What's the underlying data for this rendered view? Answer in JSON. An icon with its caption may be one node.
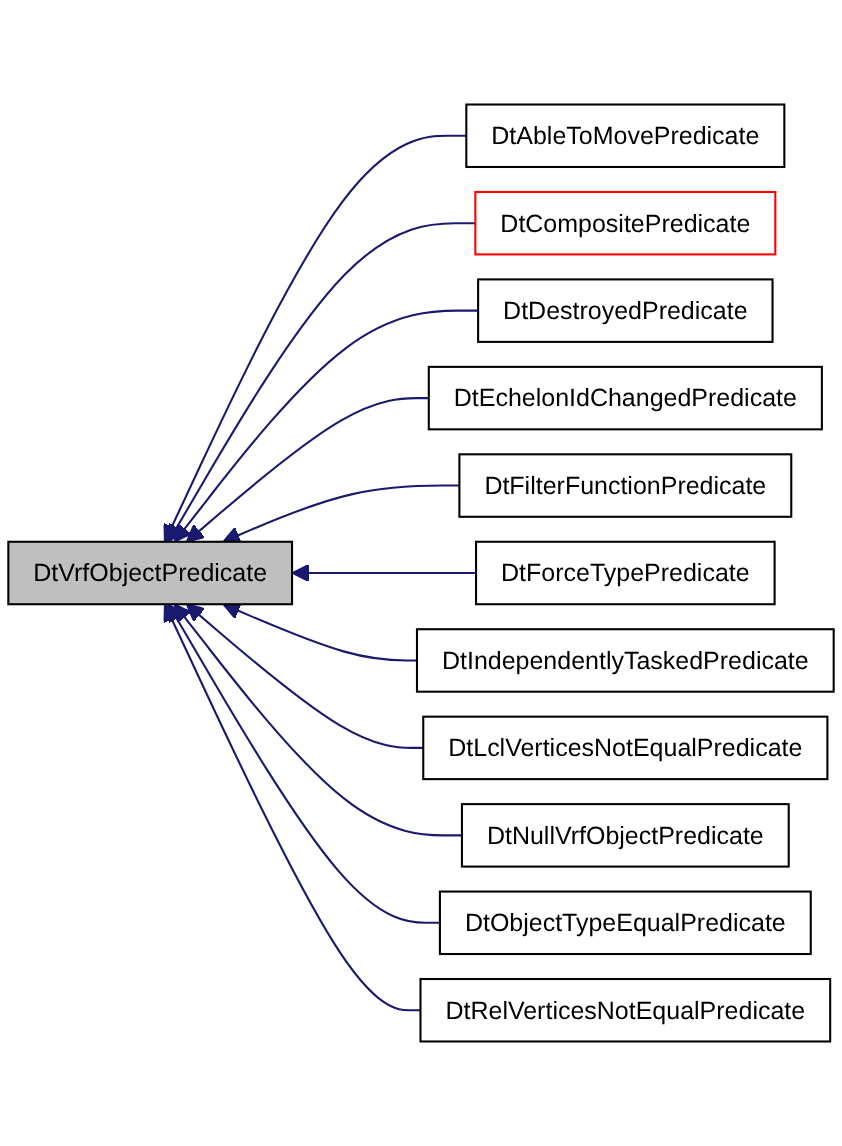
{
  "diagram": {
    "nodes": [
      {
        "text": [
          "DtVrfObjectPredicate"
        ]
      },
      {
        "text": [
          "DtAbleToMovePredicate"
        ]
      },
      {
        "text": [
          "DtCompositePredicate"
        ]
      },
      {
        "text": [
          "DtDestroyedPredicate"
        ]
      },
      {
        "text": [
          "DtEchelonIdChangedPredicate"
        ]
      },
      {
        "text": [
          "DtFilterFunctionPredicate"
        ]
      },
      {
        "text": [
          "DtForceTypePredicate"
        ]
      },
      {
        "text": [
          "DtIndependentlyTaskedPredicate"
        ]
      },
      {
        "text": [
          "DtLclVerticesNotEqualPredicate"
        ]
      },
      {
        "text": [
          "DtNullVrfObjectPredicate"
        ]
      },
      {
        "text": [
          "DtObjectTypeEqualPredicate"
        ]
      },
      {
        "text": [
          "DtRelVerticesNotEqualPredicate"
        ]
      }
    ],
    "edges": [
      {
        "from": 1,
        "to": 0,
        "arrow": "to"
      },
      {
        "from": 2,
        "to": 0,
        "arrow": "to"
      },
      {
        "from": 3,
        "to": 0,
        "arrow": "to"
      },
      {
        "from": 4,
        "to": 0,
        "arrow": "to"
      },
      {
        "from": 5,
        "to": 0,
        "arrow": "to"
      },
      {
        "from": 6,
        "to": 0,
        "arrow": "to"
      },
      {
        "from": 7,
        "to": 0,
        "arrow": "to"
      },
      {
        "from": 8,
        "to": 0,
        "arrow": "to"
      },
      {
        "from": 9,
        "to": 0,
        "arrow": "to"
      },
      {
        "from": 10,
        "to": 0,
        "arrow": "to"
      },
      {
        "from": 11,
        "to": 0,
        "arrow": "to"
      }
    ]
  }
}
